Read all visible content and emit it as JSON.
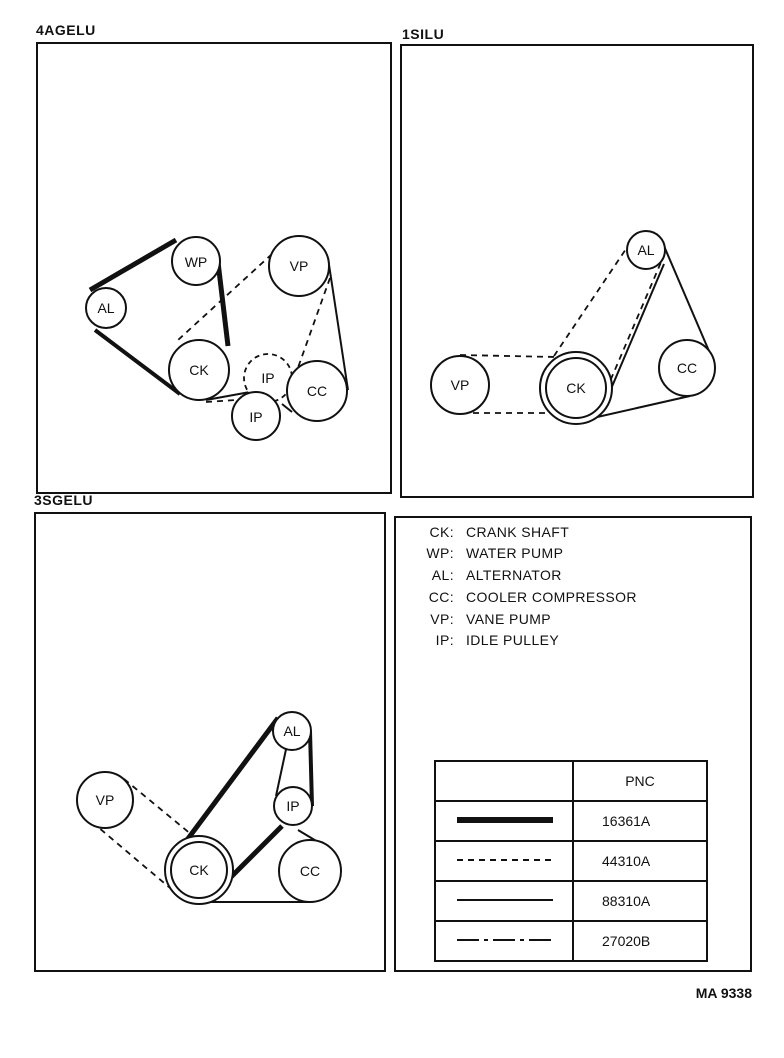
{
  "panels": {
    "p4agelu": {
      "title": "4AGELU",
      "pulleys": {
        "al": "AL",
        "wp": "WP",
        "vp": "VP",
        "ck": "CK",
        "ip_upper": "IP",
        "ip_lower": "IP",
        "cc": "CC"
      }
    },
    "p1silu": {
      "title": "1SILU",
      "pulleys": {
        "al": "AL",
        "vp": "VP",
        "ck": "CK",
        "cc": "CC"
      }
    },
    "p3sgelu": {
      "title": "3SGELU",
      "pulleys": {
        "al": "AL",
        "vp": "VP",
        "ip": "IP",
        "ck": "CK",
        "cc": "CC"
      }
    }
  },
  "legend": [
    {
      "code": "CK:",
      "name": "CRANK SHAFT"
    },
    {
      "code": "WP:",
      "name": "WATER PUMP"
    },
    {
      "code": "AL:",
      "name": "ALTERNATOR"
    },
    {
      "code": "CC:",
      "name": "COOLER COMPRESSOR"
    },
    {
      "code": "VP:",
      "name": "VANE PUMP"
    },
    {
      "code": "IP:",
      "name": "IDLE PULLEY"
    }
  ],
  "pnc_table": {
    "header": "PNC",
    "rows": [
      {
        "line_style": "thick-solid",
        "pnc": "16361A"
      },
      {
        "line_style": "dashed",
        "pnc": "44310A"
      },
      {
        "line_style": "solid",
        "pnc": "88310A"
      },
      {
        "line_style": "dash-dot",
        "pnc": "27020B"
      }
    ]
  },
  "footer": {
    "code": "MA 9338"
  }
}
